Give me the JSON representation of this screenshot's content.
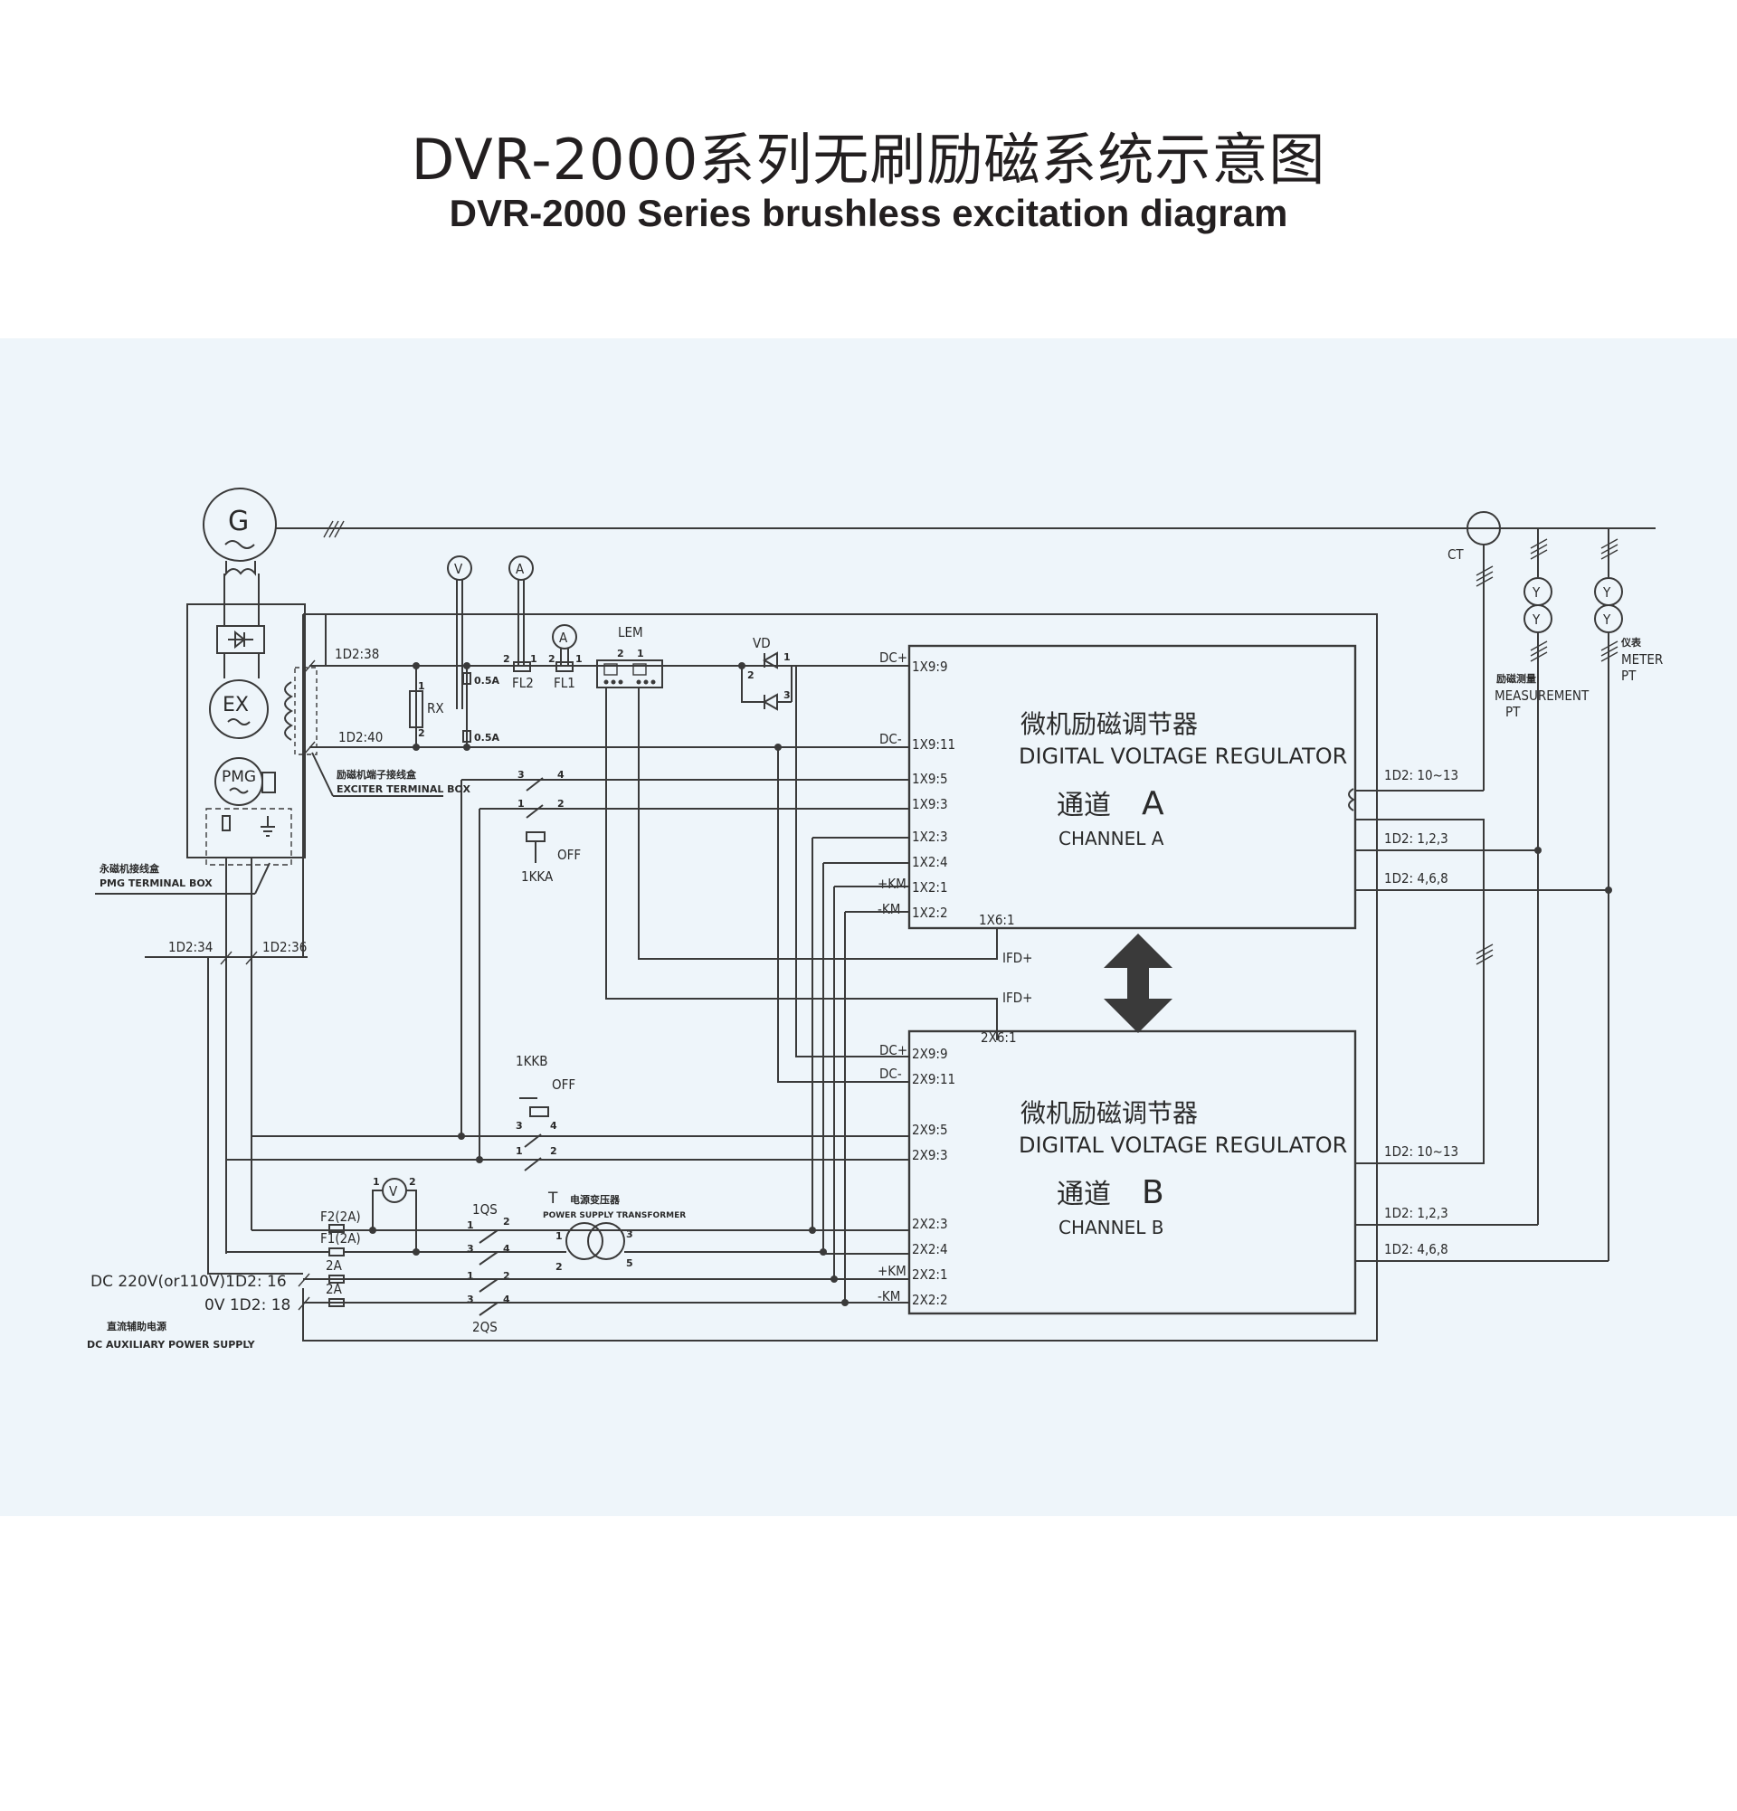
{
  "title": {
    "cn": "DVR-2000系列无刷励磁系统示意图",
    "en": "DVR-2000 Series brushless excitation diagram"
  },
  "components": {
    "generator": "G",
    "exciter": "EX",
    "pmg": "PMG",
    "voltmeter": "V",
    "ammeter": "A",
    "ammeter2": "A",
    "lem": "LEM",
    "vd": "VD",
    "rx": "RX",
    "fl2": "FL2",
    "fl1": "FL1",
    "fuse_05a_1": "0.5A",
    "fuse_05a_2": "0.5A",
    "ct": "CT",
    "pt_y": "Y",
    "measurement_pt_cn": "励磁测量",
    "measurement_pt_en1": "MEASUREMENT",
    "measurement_pt_en2": "PT",
    "meter_pt_cn": "仪表",
    "meter_pt_en1": "METER",
    "meter_pt_en2": "PT",
    "exciter_box_cn": "励磁机端子接线盒",
    "exciter_box_en": "EXCITER TERMINAL BOX",
    "pmg_box_cn": "永磁机接线盒",
    "pmg_box_en": "PMG TERMINAL BOX",
    "kka1": "1KKA",
    "kkb1": "1KKB",
    "off": "OFF",
    "qs1": "1QS",
    "qs2": "2QS",
    "transformer_t": "T",
    "transformer_cn": "电源变压器",
    "transformer_en": "POWER SUPPLY TRANSFORMER",
    "f2": "F2(2A)",
    "f1": "F1(2A)",
    "fuse_2a_1": "2A",
    "fuse_2a_2": "2A",
    "dc_supply_1": "DC 220V(or110V)1D2: 16",
    "dc_supply_2": "0V 1D2: 18",
    "dc_aux_cn": "直流辅助电源",
    "dc_aux_en": "DC AUXILIARY POWER SUPPLY",
    "ifd_plus_1": "IFD+",
    "ifd_plus_2": "IFD+"
  },
  "terminals": {
    "t1d2_38": "1D2:38",
    "t1d2_40": "1D2:40",
    "t1d2_34": "1D2:34",
    "t1d2_36": "1D2:36",
    "dcp": "DC+",
    "dcm": "DC-",
    "kmp": "+KM",
    "kmm": "-KM",
    "dcp_b": "DC+",
    "dcm_b": "DC-",
    "kmp_b": "+KM",
    "kmm_b": "-KM"
  },
  "channel_a": {
    "reg_cn": "微机励磁调节器",
    "reg_en": "DIGITAL VOLTAGE REGULATOR",
    "ch_cn": "通道",
    "ch_letter": "A",
    "ch_en": "CHANNEL A",
    "pins": [
      "1X9:9",
      "1X9:11",
      "1X9:5",
      "1X9:3",
      "1X2:3",
      "1X2:4",
      "1X2:1",
      "1X2:2"
    ],
    "x6": "1X6:1",
    "right": [
      "1D2: 10~13",
      "1D2: 1,2,3",
      "1D2: 4,6,8"
    ]
  },
  "channel_b": {
    "reg_cn": "微机励磁调节器",
    "reg_en": "DIGITAL VOLTAGE REGULATOR",
    "ch_cn": "通道",
    "ch_letter": "B",
    "ch_en": "CHANNEL B",
    "pins": [
      "2X9:9",
      "2X9:11",
      "2X9:5",
      "2X9:3",
      "2X2:3",
      "2X2:4",
      "2X2:1",
      "2X2:2"
    ],
    "x6": "2X6:1",
    "right": [
      "1D2: 10~13",
      "1D2: 1,2,3",
      "1D2: 4,6,8"
    ]
  },
  "pin_numbers": {
    "fl2_2": "2",
    "fl2_1": "1",
    "fl1_2": "2",
    "fl1_1": "1",
    "lem_2": "2",
    "lem_1": "1",
    "vd_1": "1",
    "vd_2": "2",
    "vd_3": "3",
    "rx_1": "1",
    "rx_2": "2",
    "kka_3": "3",
    "kka_4": "4",
    "kka_1": "1",
    "kka_2": "2",
    "kkb_3": "3",
    "kkb_4": "4",
    "kkb_1": "1",
    "kkb_2": "2",
    "qs_1": "1",
    "qs_2": "2",
    "qs_3": "3",
    "qs_4": "4",
    "qs2_1": "1",
    "qs2_2": "2",
    "qs2_3": "3",
    "qs2_4": "4",
    "t_1": "1",
    "t_2": "2",
    "t_3": "3",
    "t_5": "5",
    "v_1": "1",
    "v_2": "2"
  }
}
